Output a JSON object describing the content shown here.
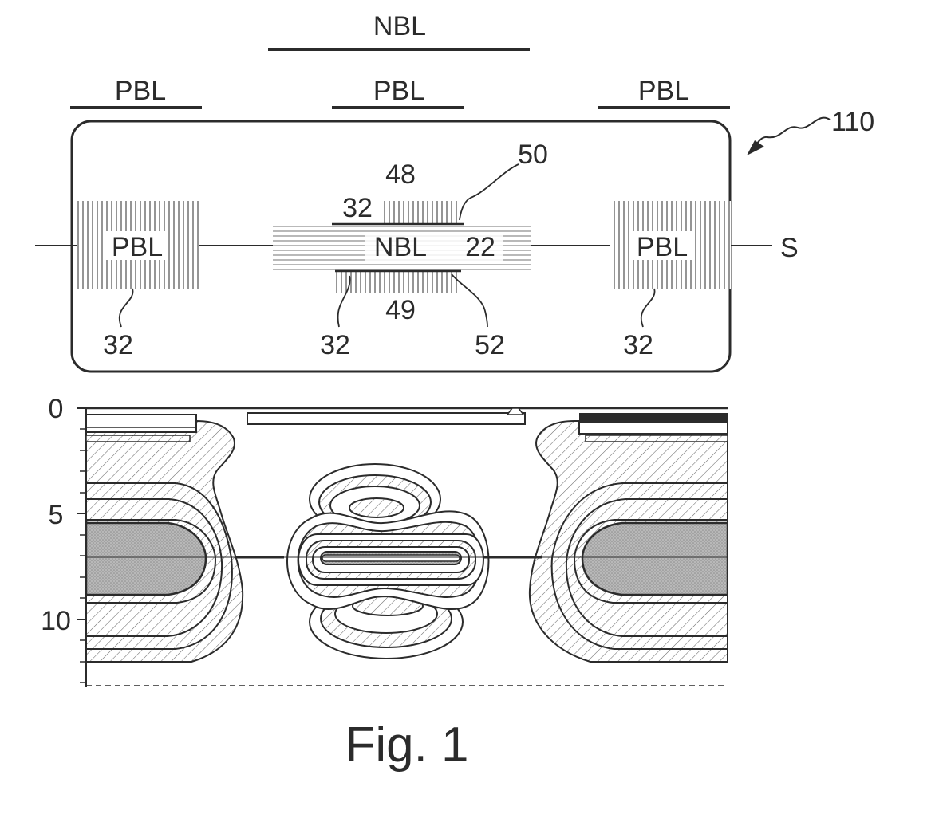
{
  "top_labels": {
    "nbl": "NBL",
    "pbl_left": "PBL",
    "pbl_center": "PBL",
    "pbl_right": "PBL"
  },
  "schematic": {
    "ref_number": "110",
    "left_region_label": "PBL",
    "center_region_label": "NBL",
    "center_region_number": "22",
    "right_region_label": "PBL",
    "section_line_label": "S",
    "above_center_number": "48",
    "below_center_number": "49",
    "upper_boundary_number": "50",
    "lower_boundary_number": "52",
    "upper_left_number": "32",
    "lower_center_left_number": "32",
    "left_bottom_number": "32",
    "right_bottom_number": "32"
  },
  "depth_axis": {
    "tick_labels": [
      "0",
      "5",
      "10"
    ]
  },
  "caption": "Fig. 1",
  "colors": {
    "ink": "#2b2b2b",
    "hatch": "#6a6a6a",
    "dot_fill": "#b0b0b0"
  }
}
